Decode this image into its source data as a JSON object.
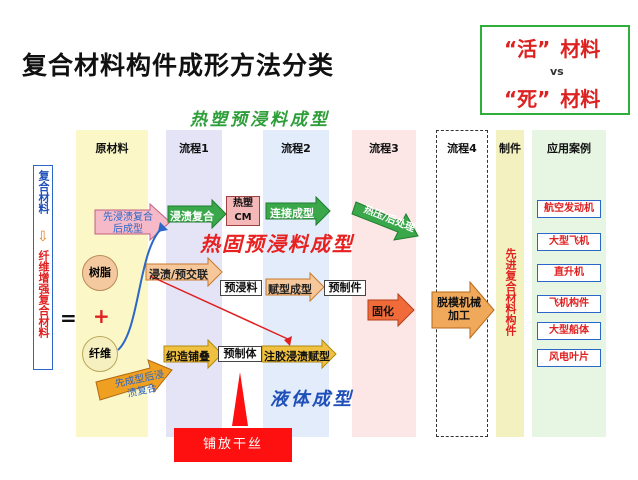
{
  "title": "复合材料构件成形方法分类",
  "vs_box": {
    "line1_word": "“活”",
    "line1_rest": "材料",
    "vs": "vs",
    "line2_word": "“死”",
    "line2_rest": "材料"
  },
  "columns": {
    "raw": "原材料",
    "flow1": "流程1",
    "flow2": "流程2",
    "flow3": "流程3",
    "flow4": "流程4",
    "product": "制件",
    "applications": "应用案例"
  },
  "labels": {
    "thermoplastic": "热塑预浸料成型",
    "thermoset": "热固预浸料成型",
    "liquid": "液体成型"
  },
  "composite_definition": "复合材料⇩纤维增强复合材料",
  "composite_top": "复合材料",
  "composite_bottom": "纤维增强复合材料",
  "equals": "=",
  "plus": "+",
  "resin": "树脂",
  "fiber": "纤维",
  "steps": {
    "pre_impregnate_then_form": "先浸渍复合后成型",
    "form_then_impregnate": "先成型后浸渍复合",
    "impregnate_composite": "浸渍复合",
    "thermoplastic_cm": "热塑CM",
    "continuous_forming": "连接成型",
    "heat_post_treatment": "热压/后处理",
    "impregnate_pre_crosslink": "浸渍/预交联",
    "prepreg": "预浸料",
    "shaping": "赋型成型",
    "preform_part": "预制件",
    "curing": "固化",
    "demold_machining": "脱模机械加工",
    "weave_stack": "织造铺叠",
    "preform": "预制体",
    "inject_impregnate_shape": "注胶浸渍赋型",
    "dry_fiber_layup": "铺放干丝",
    "advanced_composite_part": "先进复合材料构件"
  },
  "applications": [
    "航空发动机",
    "大型飞机",
    "直升机",
    "飞机构件",
    "大型船体",
    "风电叶片"
  ],
  "colors": {
    "raw_col": "#fbf7c6",
    "flow1_col": "#e4e4f6",
    "flow2_col": "#e2ecfa",
    "flow3_col": "#fde6e6",
    "product_col": "#f4f1c0",
    "app_col": "#e7f5e3",
    "green_arrow": "#2e9e3a",
    "orange_arrow": "#f08a2a",
    "red": "#e82020",
    "blue": "#2a67c9"
  }
}
